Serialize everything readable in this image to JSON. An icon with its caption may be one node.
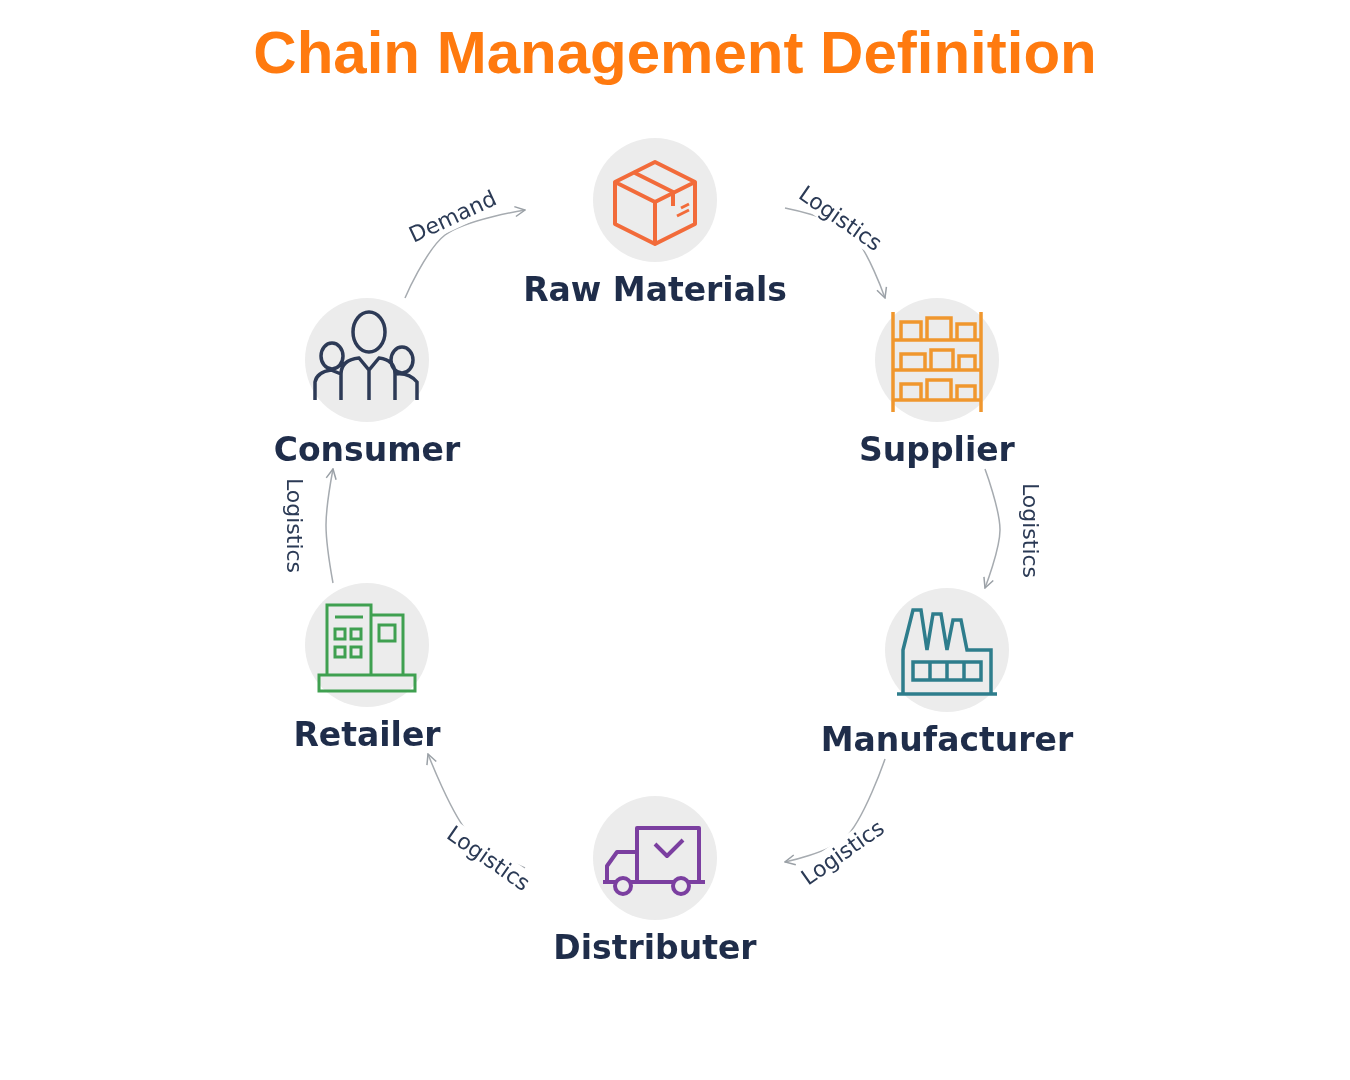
{
  "diagram": {
    "title": "Chain Management Definition",
    "nodes": [
      {
        "text": [
          "Raw Materials"
        ]
      },
      {
        "text": [
          "Supplier"
        ]
      },
      {
        "text": [
          "Manufacturer"
        ]
      },
      {
        "text": [
          "Distributer"
        ]
      },
      {
        "text": [
          "Retailer"
        ]
      },
      {
        "text": [
          "Consumer"
        ]
      }
    ],
    "edges": [
      {
        "from": 5,
        "to": 0,
        "arrow": "to",
        "label": "Demand"
      },
      {
        "from": 0,
        "to": 1,
        "arrow": "to",
        "label": "Logistics"
      },
      {
        "from": 1,
        "to": 2,
        "arrow": "to",
        "label": "Logistics"
      },
      {
        "from": 2,
        "to": 3,
        "arrow": "to",
        "label": "Logistics"
      },
      {
        "from": 3,
        "to": 4,
        "arrow": "to",
        "label": "Logistics"
      },
      {
        "from": 4,
        "to": 5,
        "arrow": "to",
        "label": "Logistics"
      }
    ]
  }
}
